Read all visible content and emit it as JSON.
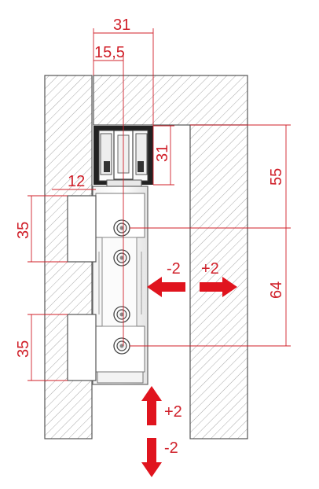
{
  "dimensions": {
    "top_width": "31",
    "top_half": "15,5",
    "channel_height": "31",
    "upper_offset": "55",
    "lower_offset": "64",
    "left_clearance": "12",
    "upper_leaf": "35",
    "lower_leaf": "35"
  },
  "adjustments": {
    "horizontal_minus": "-2",
    "horizontal_plus": "+2",
    "vertical_plus": "+2",
    "vertical_minus": "-2"
  },
  "colors": {
    "dimension": "#d0202a",
    "arrow": "#e0141e",
    "hatch": "#9a9a9a",
    "outline": "#555555",
    "housing": "#222222"
  }
}
